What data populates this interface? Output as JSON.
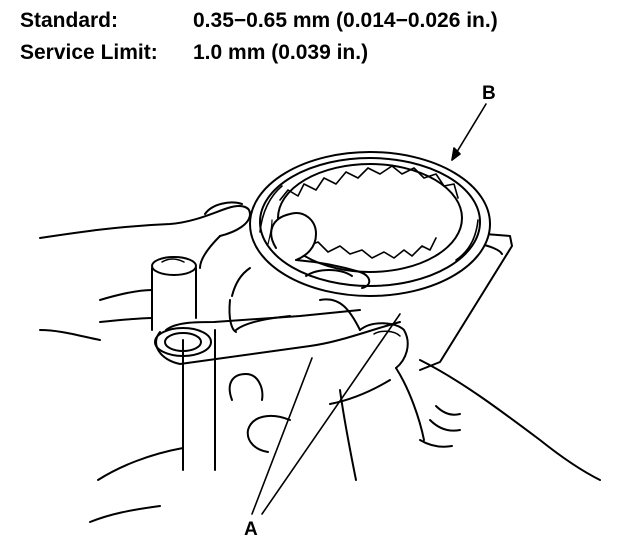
{
  "specs": {
    "standard": {
      "label": "Standard:",
      "value": "0.35−0.65 mm (0.014−0.026 in.)"
    },
    "service_limit": {
      "label": "Service Limit:",
      "value": "1.0 mm (0.039 in.)"
    }
  },
  "callouts": {
    "a": "A",
    "b": "B"
  },
  "colors": {
    "line": "#000000",
    "background": "#ffffff"
  }
}
